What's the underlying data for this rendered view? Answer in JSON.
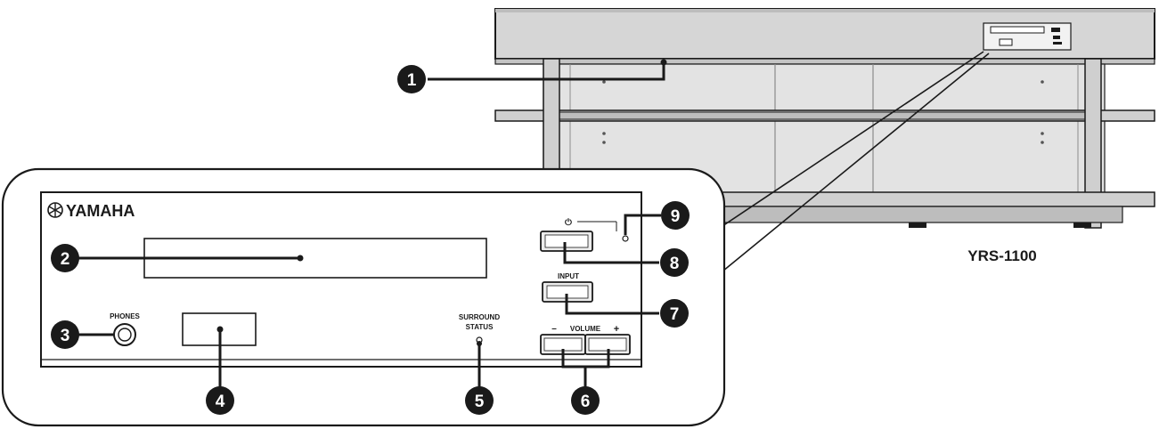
{
  "model_label": "YRS-1100",
  "brand": "YAMAHA",
  "panel": {
    "phones_label": "PHONES",
    "surround_label_line1": "SURROUND",
    "surround_label_line2": "STATUS",
    "power_symbol": "⏻",
    "input_label": "INPUT",
    "volume_minus": "–",
    "volume_label": "VOLUME",
    "volume_plus": "+"
  },
  "callouts": [
    "1",
    "2",
    "3",
    "4",
    "5",
    "6",
    "7",
    "8",
    "9"
  ],
  "colors": {
    "ink": "#1a1a1a",
    "panel_fill": "#ffffff",
    "shelf_fill": "#d9d9d9",
    "shelf_dark": "#bdbdbd"
  }
}
